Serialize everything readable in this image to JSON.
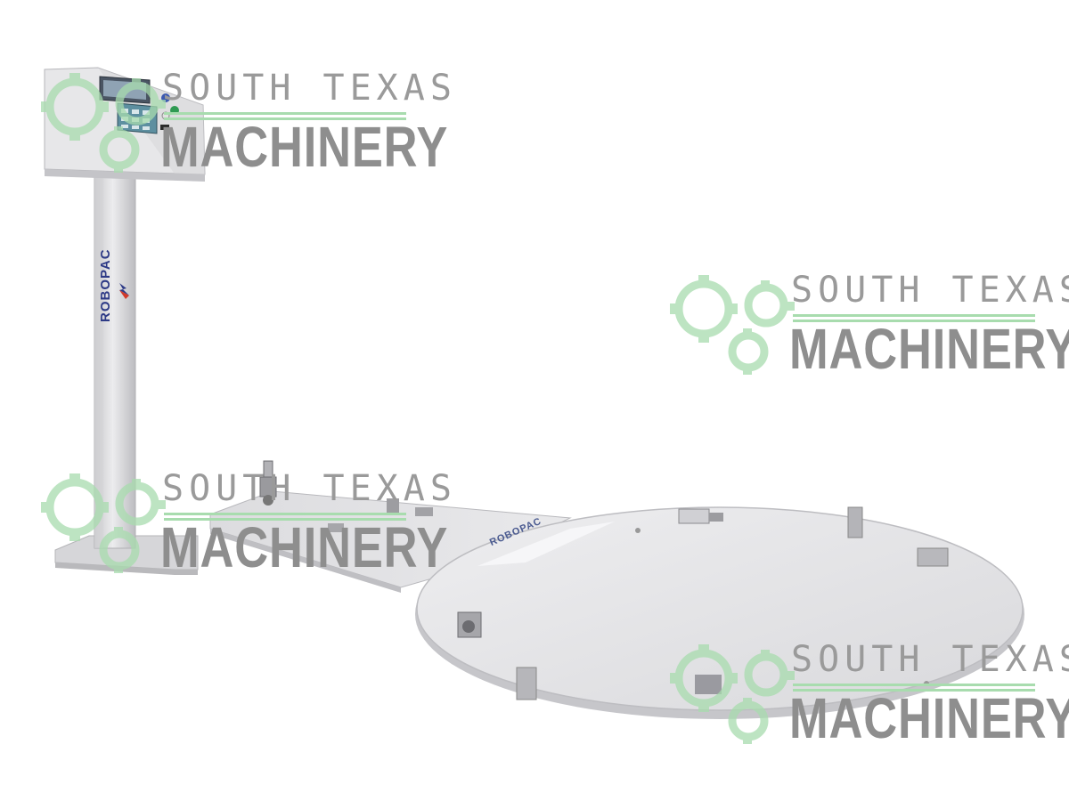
{
  "watermark": {
    "line1": "SOUTH TEXAS",
    "line2": "MACHINERY",
    "gear_color": "#a8dcae",
    "text_color": "#9a9a9a"
  },
  "machine": {
    "brand_vertical": "ROBOPAC",
    "brand_plate": "ROBOPAC",
    "body_color": "#e4e4e6",
    "accent_color": "#2d3a86"
  }
}
